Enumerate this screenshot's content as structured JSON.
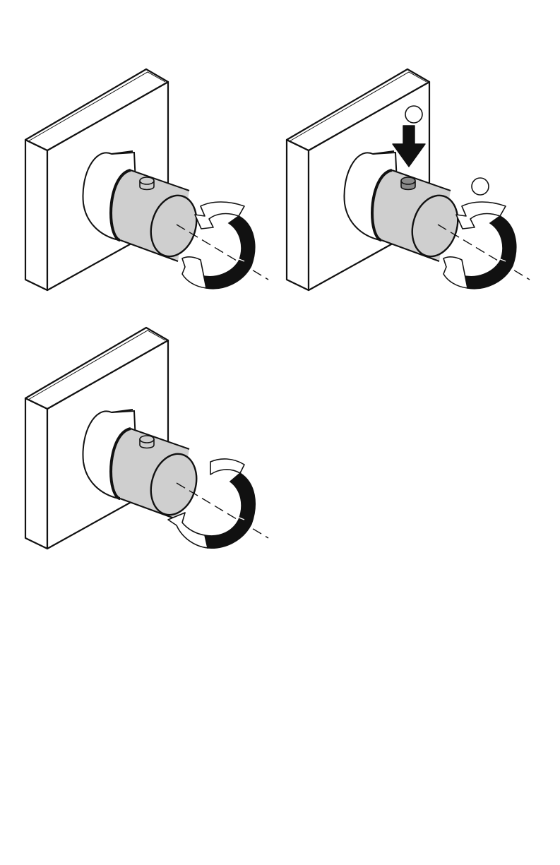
{
  "figures": [
    {
      "id": "figure-1",
      "step_markers": 0,
      "arrow": "ccw",
      "pressed": false
    },
    {
      "id": "figure-2",
      "step_markers": 2,
      "arrow": "ccw",
      "pressed": true
    },
    {
      "id": "figure-3",
      "step_markers": 0,
      "arrow": "cw",
      "pressed": false
    }
  ],
  "colors": {
    "line": "#111111",
    "handle_fill": "#cfcfcf",
    "button_pressed_fill": "#8a8a8a",
    "background": "#ffffff"
  },
  "icons": {
    "wall_plate": "square-escutcheon-plate",
    "handle": "cylindrical-knob",
    "push_button": "push-button",
    "push_arrow": "down-arrow-icon",
    "rotation_arrow": "curved-rotation-arrow"
  }
}
